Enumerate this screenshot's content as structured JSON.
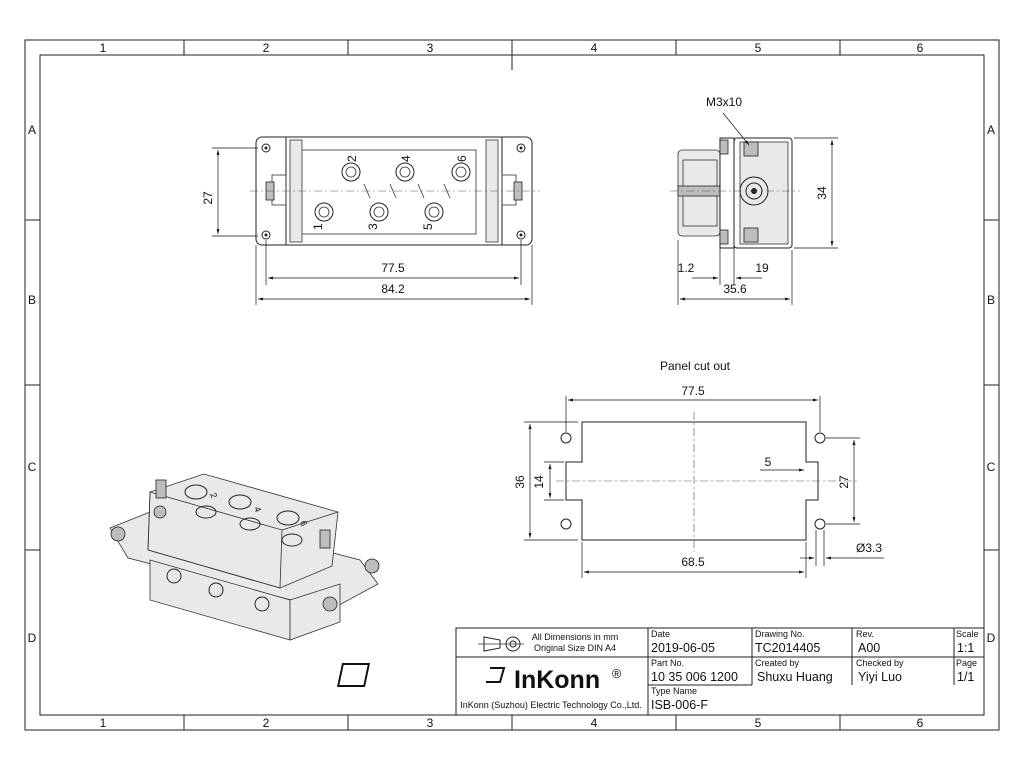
{
  "grid": {
    "columns": [
      "1",
      "2",
      "3",
      "4",
      "5",
      "6"
    ],
    "rows": [
      "A",
      "B",
      "C",
      "D"
    ]
  },
  "views": {
    "front": {
      "dim_height": "27",
      "dim_inner": "77.5",
      "dim_outer": "84.2",
      "pins": [
        "1",
        "2",
        "3",
        "4",
        "5",
        "6"
      ]
    },
    "side": {
      "screw_label": "M3x10",
      "dim_height": "34",
      "dim_a": "1.2",
      "dim_b": "19",
      "dim_total": "35.6"
    },
    "cutout": {
      "title": "Panel cut out",
      "dim_top": "77.5",
      "dim_bottom": "68.5",
      "dim_left_outer": "36",
      "dim_left_inner": "14",
      "dim_notch": "5",
      "dim_right": "27",
      "dim_hole": "Ø3.3"
    },
    "iso": {
      "pins": [
        "2",
        "4",
        "6"
      ]
    }
  },
  "title_block": {
    "dims_note_1": "All Dimensions in mm",
    "dims_note_2": "Original Size DIN A4",
    "logo": "InKonn",
    "logo_mark": "®",
    "company": "InKonn (Suzhou) Electric Technology Co.,Ltd.",
    "date_label": "Date",
    "date": "2019-06-05",
    "drawing_no_label": "Drawing No.",
    "drawing_no": "TC2014405",
    "rev_label": "Rev.",
    "rev": "A00",
    "scale_label": "Scale",
    "scale": "1:1",
    "part_no_label": "Part No.",
    "part_no": "10 35 006 1200",
    "created_label": "Created by",
    "created": "Shuxu Huang",
    "checked_label": "Checked by",
    "checked": "Yiyi Luo",
    "page_label": "Page",
    "page": "1/1",
    "type_label": "Type Name",
    "type": "ISB-006-F"
  }
}
